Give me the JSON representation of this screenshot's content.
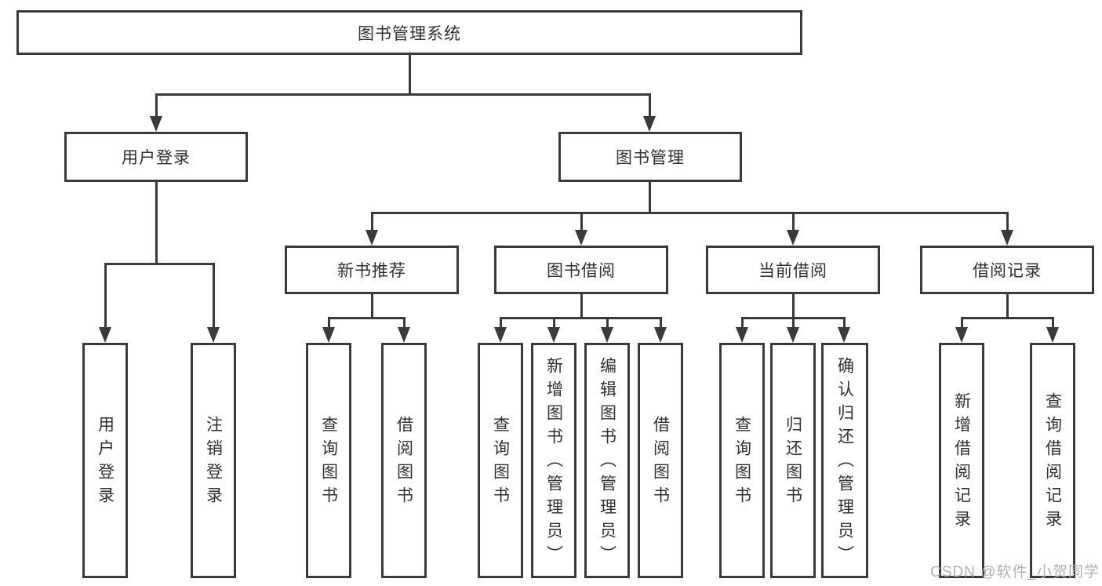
{
  "colors": {
    "line": "#3a3a3a",
    "box_border": "#3a3a3a",
    "text": "#2f2f2f",
    "watermark": "#b0b0b0",
    "background": "#ffffff"
  },
  "diagram": {
    "type": "function-tree",
    "root": {
      "label": "图书管理系统"
    },
    "branches": {
      "user_login": {
        "label": "用户登录",
        "children": {
          "login": {
            "label": "用户登录"
          },
          "logout": {
            "label": "注销登录"
          }
        }
      },
      "book_management": {
        "label": "图书管理",
        "children": {
          "new_books": {
            "label": "新书推荐",
            "children": {
              "query_books": {
                "label": "查询图书"
              },
              "borrow_books": {
                "label": "借阅图书"
              }
            }
          },
          "book_borrowing": {
            "label": "图书借阅",
            "children": {
              "query_books": {
                "label": "查询图书"
              },
              "add_books": {
                "label": "新增图书（管理员）"
              },
              "edit_books": {
                "label": "编辑图书（管理员）"
              },
              "borrow_books": {
                "label": "借阅图书"
              }
            }
          },
          "current_borrowing": {
            "label": "当前借阅",
            "children": {
              "query_books": {
                "label": "查询图书"
              },
              "return_books": {
                "label": "归还图书"
              },
              "confirm_return": {
                "label": "确认归还（管理员）"
              }
            }
          },
          "borrowing_records": {
            "label": "借阅记录",
            "children": {
              "add_record": {
                "label": "新增借阅记录"
              },
              "query_record": {
                "label": "查询借阅记录"
              }
            }
          }
        }
      }
    }
  },
  "watermark": {
    "text": "CSDN @软件_小贺同学"
  }
}
